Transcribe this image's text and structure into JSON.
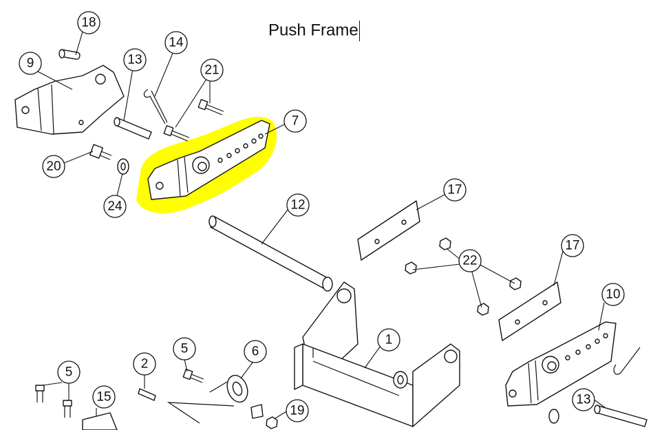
{
  "title": "Push Frame",
  "highlight_color": "#ffff00",
  "callouts": {
    "c18": "18",
    "c14": "14",
    "c13a": "13",
    "c9": "9",
    "c21": "21",
    "c7": "7",
    "c20": "20",
    "c24": "24",
    "c12": "12",
    "c17a": "17",
    "c22": "22",
    "c17b": "17",
    "c10": "10",
    "c1": "1",
    "c5a": "5",
    "c6": "6",
    "c2": "2",
    "c5b": "5",
    "c15": "15",
    "c19": "19",
    "c13b": "13"
  }
}
